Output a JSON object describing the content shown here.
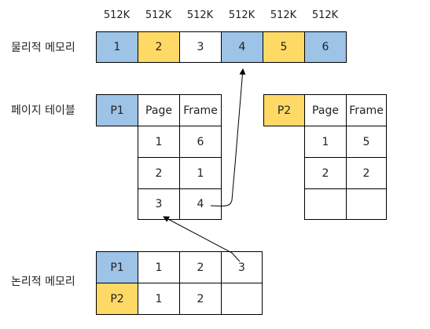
{
  "colors": {
    "p1": "#9dc3e6",
    "p2": "#ffd966",
    "frame_white": "#ffffff",
    "border": "#000000"
  },
  "labels": {
    "physical_memory": "물리적 메모리",
    "page_table": "페이지 테이블",
    "logical_memory": "논리적 메모리"
  },
  "physical_memory": {
    "sizes": [
      "512K",
      "512K",
      "512K",
      "512K",
      "512K",
      "512K"
    ],
    "frames": [
      {
        "label": "1",
        "owner": "p1"
      },
      {
        "label": "2",
        "owner": "p2"
      },
      {
        "label": "3",
        "owner": "none"
      },
      {
        "label": "4",
        "owner": "p1"
      },
      {
        "label": "5",
        "owner": "p2"
      },
      {
        "label": "6",
        "owner": "p1"
      }
    ]
  },
  "page_tables": [
    {
      "process": "P1",
      "headers": [
        "Page",
        "Frame"
      ],
      "rows": [
        [
          "1",
          "6"
        ],
        [
          "2",
          "1"
        ],
        [
          "3",
          "4"
        ]
      ]
    },
    {
      "process": "P2",
      "headers": [
        "Page",
        "Frame"
      ],
      "rows": [
        [
          "1",
          "5"
        ],
        [
          "2",
          "2"
        ],
        [
          "",
          ""
        ]
      ]
    }
  ],
  "logical_memory": [
    {
      "process": "P1",
      "pages": [
        "1",
        "2",
        "3"
      ]
    },
    {
      "process": "P2",
      "pages": [
        "1",
        "2",
        ""
      ]
    }
  ]
}
